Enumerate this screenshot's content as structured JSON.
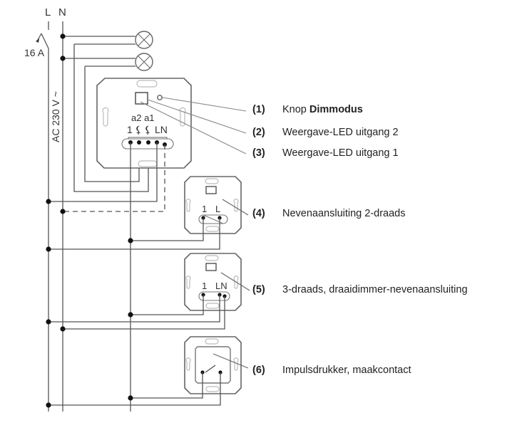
{
  "diagram": {
    "supply": {
      "line_label": "L",
      "neutral_label": "N",
      "fuse_label": "16 A",
      "voltage_label": "AC 230 V ~"
    },
    "main_unit": {
      "channel_labels": "a2 a1",
      "terminal_labels": "1❁❁LN",
      "terminal_text_1": "1",
      "terminal_text_ln": "LN"
    },
    "extension_2wire": {
      "terminal_1": "1",
      "terminal_2": "L"
    },
    "extension_3wire": {
      "terminal_1": "1",
      "terminal_2": "LN"
    },
    "callouts": [
      {
        "number": "(1)",
        "text": "Knop ",
        "bold": "Dimmodus"
      },
      {
        "number": "(2)",
        "text": "Weergave-LED uitgang 2",
        "bold": ""
      },
      {
        "number": "(3)",
        "text": "Weergave-LED uitgang 1",
        "bold": ""
      },
      {
        "number": "(4)",
        "text": "Nevenaansluiting 2-draads",
        "bold": ""
      },
      {
        "number": "(5)",
        "text": "3-draads, draaidimmer-nevenaansluiting",
        "bold": ""
      },
      {
        "number": "(6)",
        "text": "Impulsdrukker, maakcontact",
        "bold": ""
      }
    ]
  }
}
